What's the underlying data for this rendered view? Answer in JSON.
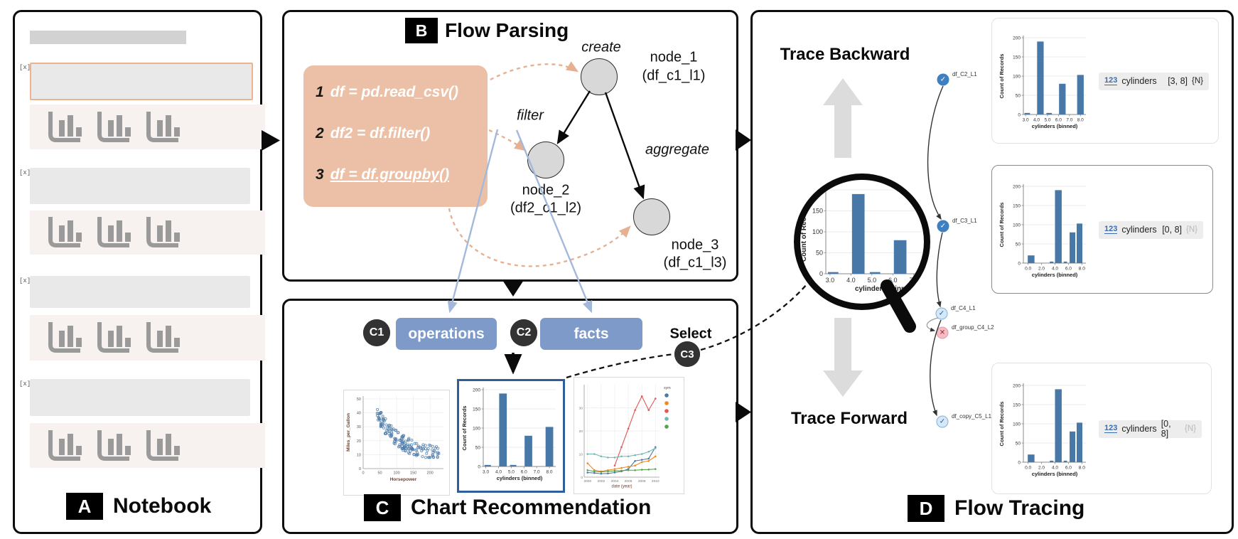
{
  "panel_a": {
    "badge": "A",
    "title": "Notebook",
    "cell_marker": "[x]",
    "cell_count": 4
  },
  "panel_b": {
    "badge": "B",
    "title": "Flow Parsing",
    "code_lines": [
      {
        "num": "1",
        "code": "df = pd.read_csv()",
        "underline": false
      },
      {
        "num": "2",
        "code": "df2 = df.filter()",
        "underline": false
      },
      {
        "num": "3",
        "code": "df = df.groupby()",
        "underline": true
      }
    ],
    "edge_labels": {
      "create": "create",
      "filter": "filter",
      "aggregate": "aggregate"
    },
    "nodes": [
      {
        "name": "node_1",
        "var": "(df_c1_l1)"
      },
      {
        "name": "node_2",
        "var": "(df2_c1_l2)"
      },
      {
        "name": "node_3",
        "var": "(df_c1_l3)"
      }
    ]
  },
  "panel_c": {
    "badge": "C",
    "title": "Chart Recommendation",
    "c1_badge": "C1",
    "operations_label": "operations",
    "c2_badge": "C2",
    "facts_label": "facts",
    "select_label": "Select",
    "c3_badge": "C3"
  },
  "panel_d": {
    "badge": "D",
    "title": "Flow Tracing",
    "trace_backward": "Trace Backward",
    "trace_forward": "Trace Forward",
    "flow_nodes": [
      {
        "label": "df_C2_L1",
        "status": "check"
      },
      {
        "label": "df_C3_L1",
        "status": "check"
      },
      {
        "label": "df_C4_L1",
        "status": "check_light"
      },
      {
        "label": "df_group_C4_L2",
        "status": "cross"
      },
      {
        "label": "df_copy_C5_L1",
        "status": "check_light"
      }
    ],
    "cards": [
      {
        "chart": "cyl_hist_a",
        "field_icon": "123",
        "field": "cylinders",
        "range": "[3, 8]",
        "tag": "{N}",
        "tag_muted": false,
        "highlighted": false
      },
      {
        "chart": "cyl_hist_b",
        "field_icon": "123",
        "field": "cylinders",
        "range": "[0, 8]",
        "tag": "{N}",
        "tag_muted": true,
        "highlighted": true
      },
      {
        "chart": "cyl_hist_b",
        "field_icon": "123",
        "field": "cylinders",
        "range": "[0, 8]",
        "tag": "{N}",
        "tag_muted": true,
        "highlighted": false
      }
    ]
  },
  "colors": {
    "bar": "#4878a8",
    "button_blue": "#7e9ac8",
    "peach_box": "#ecc0a6",
    "peach_arrow": "#e6b192",
    "blue_line": "#a3b9dc",
    "node_fill": "#d8d8d8",
    "check": "#3d7fc1",
    "check_light_fill": "#d6e8f7",
    "check_light_stroke": "#7fb2d9",
    "cross_fill": "#f5bcc4",
    "gray_arrow": "#dcdcdc",
    "selected_border": "#2f5f9b"
  },
  "chart_data": [
    {
      "id": "cyl_hist_a",
      "type": "bar",
      "xlabel": "cylinders (binned)",
      "ylabel": "Count of Records",
      "xticks": [
        3.0,
        4.0,
        5.0,
        6.0,
        7.0,
        8.0
      ],
      "yticks": [
        0,
        50,
        100,
        150,
        200
      ],
      "xlim": [
        2.8,
        8.5
      ],
      "ylim": [
        0,
        200
      ],
      "bars": [
        {
          "x": 3.15,
          "w": 0.5,
          "v": 4
        },
        {
          "x": 4.35,
          "w": 0.6,
          "v": 190
        },
        {
          "x": 5.15,
          "w": 0.5,
          "v": 4
        },
        {
          "x": 6.35,
          "w": 0.6,
          "v": 80
        },
        {
          "x": 8.0,
          "w": 0.6,
          "v": 103
        }
      ]
    },
    {
      "id": "cyl_hist_b",
      "type": "bar",
      "xlabel": "cylinders (binned)",
      "ylabel": "Count of Records",
      "xticks": [
        0.0,
        2.0,
        4.0,
        6.0,
        8.0
      ],
      "yticks": [
        0,
        50,
        100,
        150,
        200
      ],
      "xlim": [
        -0.7,
        8.6
      ],
      "ylim": [
        0,
        200
      ],
      "bars": [
        {
          "x": 0.45,
          "w": 1.0,
          "v": 20
        },
        {
          "x": 3.5,
          "w": 0.55,
          "v": 4
        },
        {
          "x": 4.5,
          "w": 1.0,
          "v": 190
        },
        {
          "x": 5.55,
          "w": 0.5,
          "v": 4
        },
        {
          "x": 6.6,
          "w": 0.85,
          "v": 80
        },
        {
          "x": 7.65,
          "w": 0.85,
          "v": 103
        }
      ]
    },
    {
      "id": "mpg_scatter",
      "type": "scatter",
      "xlabel": "Horsepower",
      "ylabel": "Miles_per_Gallon",
      "xticks": [
        0,
        50,
        100,
        150,
        200
      ],
      "yticks": [
        0,
        10,
        20,
        30,
        40,
        50
      ],
      "xlim": [
        0,
        240
      ],
      "ylim": [
        0,
        52
      ],
      "point_count": 170
    },
    {
      "id": "stock_lines",
      "type": "line",
      "xlabel": "date (year)",
      "legend_title": "sym",
      "xticks": [
        2000,
        2002,
        2004,
        2006,
        2008,
        2010
      ],
      "yticks": [
        0,
        10,
        20,
        30
      ],
      "xlim": [
        1999.5,
        2010.6
      ],
      "ylim": [
        0,
        40
      ],
      "series": [
        {
          "name": "blue",
          "color": "#4c78a8",
          "x": [
            2000,
            2001,
            2002,
            2003,
            2004,
            2005,
            2006,
            2007,
            2008,
            2009,
            2010
          ],
          "y": [
            2,
            1.8,
            1.5,
            1.6,
            2,
            2.5,
            3.5,
            7,
            7.5,
            8,
            13
          ]
        },
        {
          "name": "orange",
          "color": "#f58518",
          "x": [
            2000,
            2001,
            2002,
            2003,
            2004,
            2005,
            2006,
            2007,
            2008,
            2009,
            2010
          ],
          "y": [
            6,
            3,
            2.5,
            3,
            3.5,
            4,
            4.5,
            5,
            6.5,
            7,
            9
          ]
        },
        {
          "name": "red",
          "color": "#e45756",
          "x": [
            2004,
            2005,
            2006,
            2007,
            2008,
            2009,
            2010
          ],
          "y": [
            5,
            13,
            21,
            29,
            35,
            29,
            34
          ]
        },
        {
          "name": "teal",
          "color": "#72b7b2",
          "x": [
            2000,
            2001,
            2002,
            2003,
            2004,
            2005,
            2006,
            2007,
            2008,
            2009,
            2010
          ],
          "y": [
            10,
            10,
            9,
            8.5,
            8.5,
            9,
            9,
            9.5,
            10,
            11,
            12.5
          ]
        },
        {
          "name": "green",
          "color": "#54a24b",
          "x": [
            2000,
            2001,
            2002,
            2003,
            2004,
            2005,
            2006,
            2007,
            2008,
            2009,
            2010
          ],
          "y": [
            3,
            2.5,
            2.3,
            2.5,
            2.7,
            2.8,
            3,
            3,
            3.2,
            3.3,
            3.5
          ]
        }
      ]
    }
  ]
}
